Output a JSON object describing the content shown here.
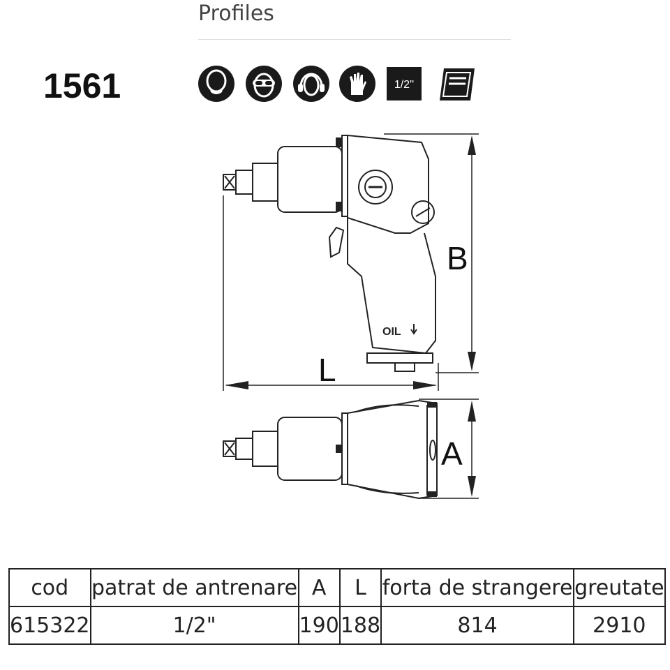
{
  "header": {
    "tab_label": "Profiles"
  },
  "product": {
    "model_number": "1561",
    "icons": [
      "face-mask-icon",
      "safety-goggles-icon",
      "ear-protection-icon",
      "gloves-icon",
      "drive-size-icon",
      "manual-book-icon"
    ],
    "drive_badge": "1/2''"
  },
  "drawing": {
    "oil_label": "OIL",
    "dim_b": "B",
    "dim_l": "L",
    "dim_a": "A"
  },
  "spec_table": {
    "headers": [
      "cod",
      "patrat de antrenare",
      "A",
      "L",
      "forta de strangere",
      "greutate"
    ],
    "rows": [
      [
        "615322",
        "1/2\"",
        "190",
        "188",
        "814",
        "2910"
      ]
    ]
  }
}
